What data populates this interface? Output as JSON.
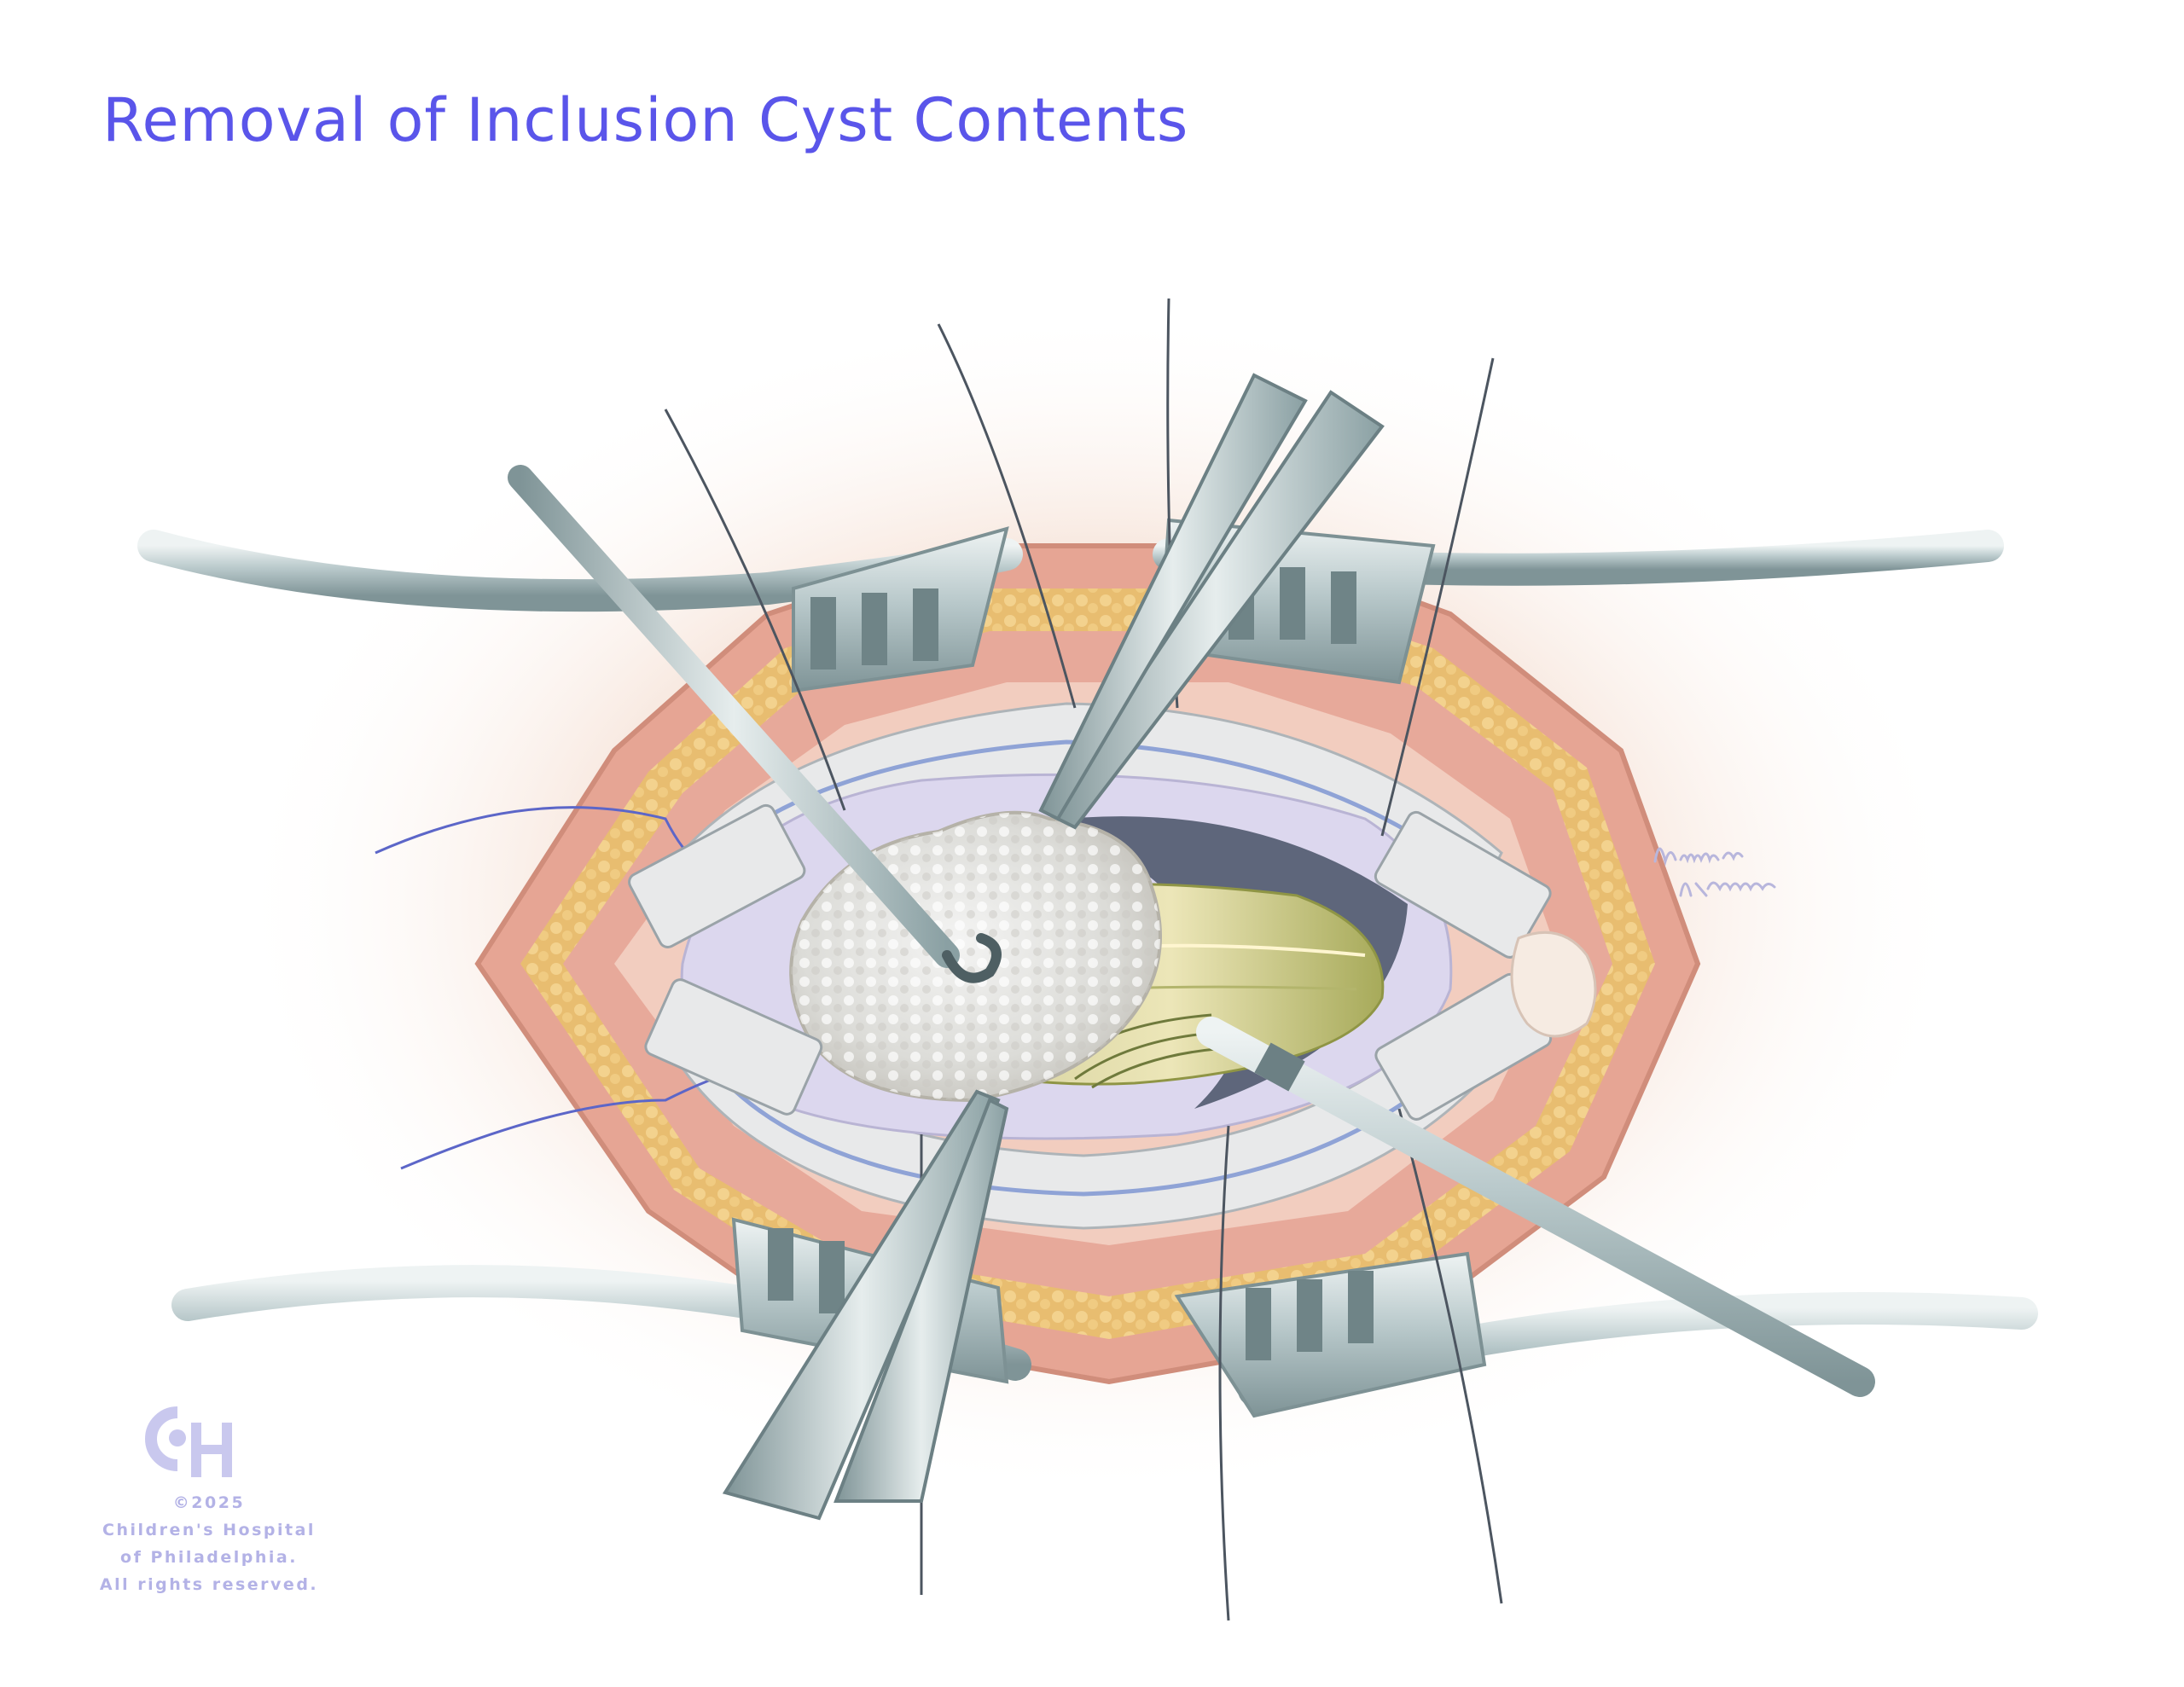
{
  "title": "Removal of Inclusion Cyst Contents",
  "copyright": {
    "year_line": "©2025",
    "org_line_1": "Children's Hospital",
    "org_line_2": "of Philadelphia.",
    "rights_line": "All rights reserved."
  },
  "logo": {
    "name": "chop-monogram-logo",
    "color": "#c9c8ee"
  },
  "signature": {
    "text": "Nicholas K-Contone",
    "color": "#b8b6dc"
  },
  "colors": {
    "title": "#5a55ea",
    "skin": "#f6e2d6",
    "instrument_steel": "#a9bcbf",
    "cyst_membrane": "#dcd8ef",
    "cyst_contents": "#e9e9e7",
    "fat_layer": "#e7b96a",
    "muscle": "#d98a78",
    "suture": "#5c66c8"
  },
  "icons": [
    "chop-monogram-logo",
    "artist-signature"
  ]
}
